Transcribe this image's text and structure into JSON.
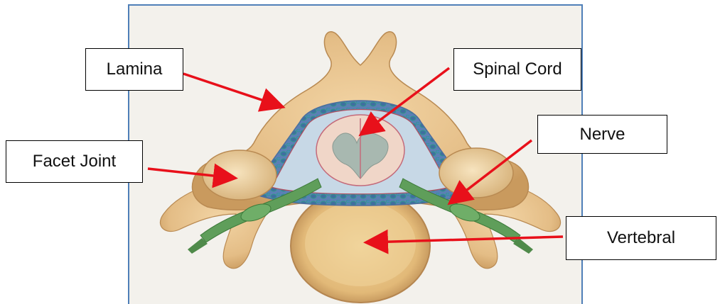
{
  "labels": {
    "lamina": "Lamina",
    "spinal_cord": "Spinal Cord",
    "facet_joint": "Facet Joint",
    "nerve": "Nerve",
    "vertebral": "Vertebral"
  },
  "colors": {
    "frame_border": "#4f7fb8",
    "frame_background": "#f3f1ec",
    "bone": "#e7c48f",
    "bone_shadow": "#c99a5e",
    "canal_blue": "#5b7fb5",
    "nerve_green": "#5f9e5a",
    "cord_pink": "#f0d6c8",
    "grey_matter": "#a8b8b0",
    "arrow": "#e8101a"
  }
}
